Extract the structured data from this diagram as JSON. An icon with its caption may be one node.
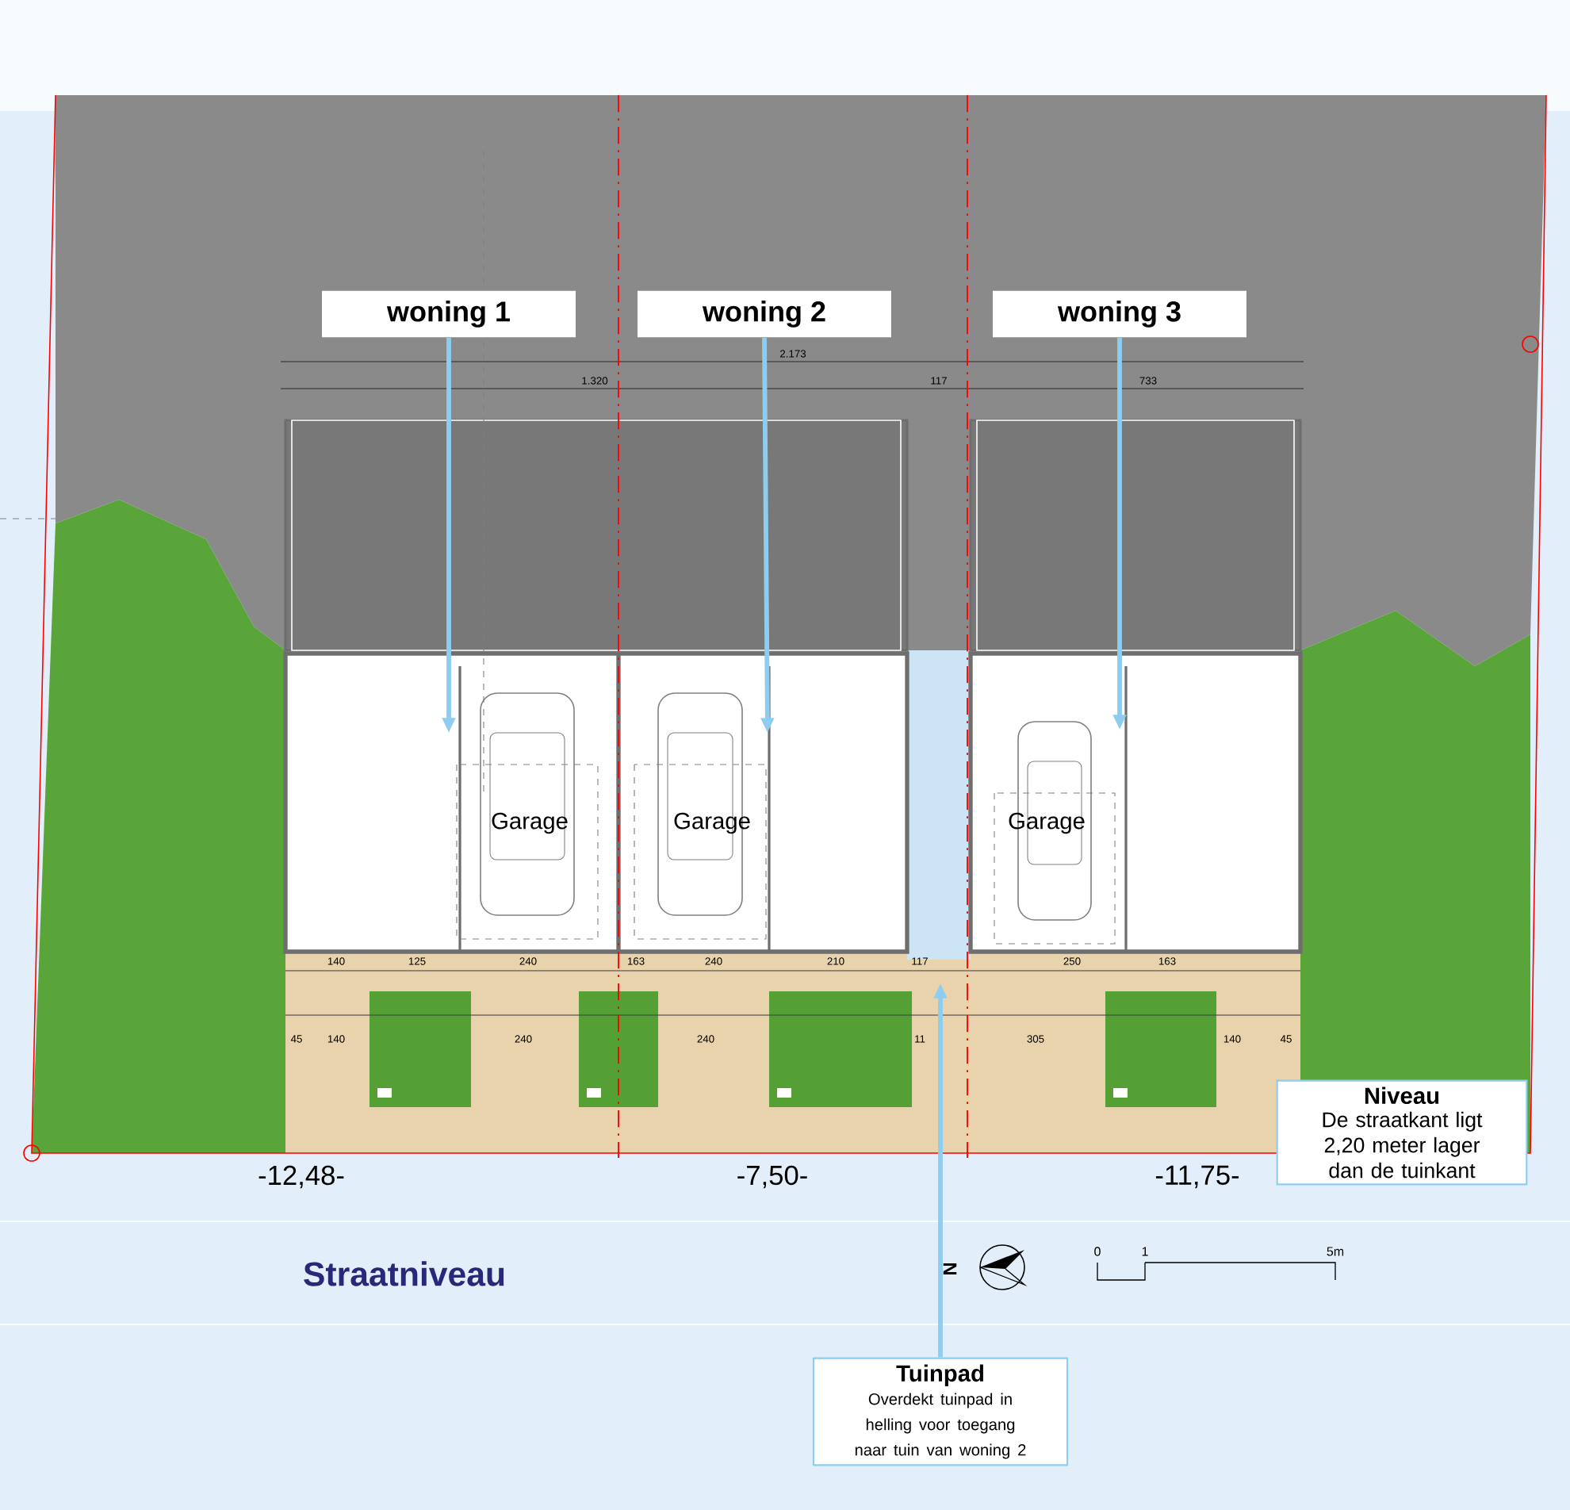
{
  "diagram": {
    "nodes": [
      {
        "text": [
          "woning 1"
        ]
      },
      {
        "text": [
          "woning 2"
        ]
      },
      {
        "text": [
          "woning 3"
        ]
      },
      {
        "text": [
          "Tuinpad",
          "Overdekt tuinpad in helling voor toegang naar tuin van woning 2"
        ]
      },
      {
        "text": [
          "Niveau",
          "De straatkant ligt 2,20 meter lager dan de tuinkant"
        ]
      }
    ],
    "edges": [
      {
        "from": 0,
        "to": null,
        "arrow": "to"
      },
      {
        "from": 1,
        "to": null,
        "arrow": "to"
      },
      {
        "from": 2,
        "to": null,
        "arrow": "to"
      },
      {
        "from": 3,
        "to": null,
        "arrow": "to"
      }
    ],
    "labels": [
      "2.173",
      "1.320",
      "117",
      "733",
      "Garage",
      "Garage",
      "Garage",
      "140",
      "125",
      "240",
      "163",
      "240",
      "210",
      "117",
      "250",
      "163",
      "45",
      "140",
      "240",
      "240",
      "11",
      "305",
      "140",
      "45",
      "-12,48-",
      "-7,50-",
      "-11,75-",
      "Straatniveau",
      "N",
      "0",
      "1",
      "5m"
    ]
  }
}
